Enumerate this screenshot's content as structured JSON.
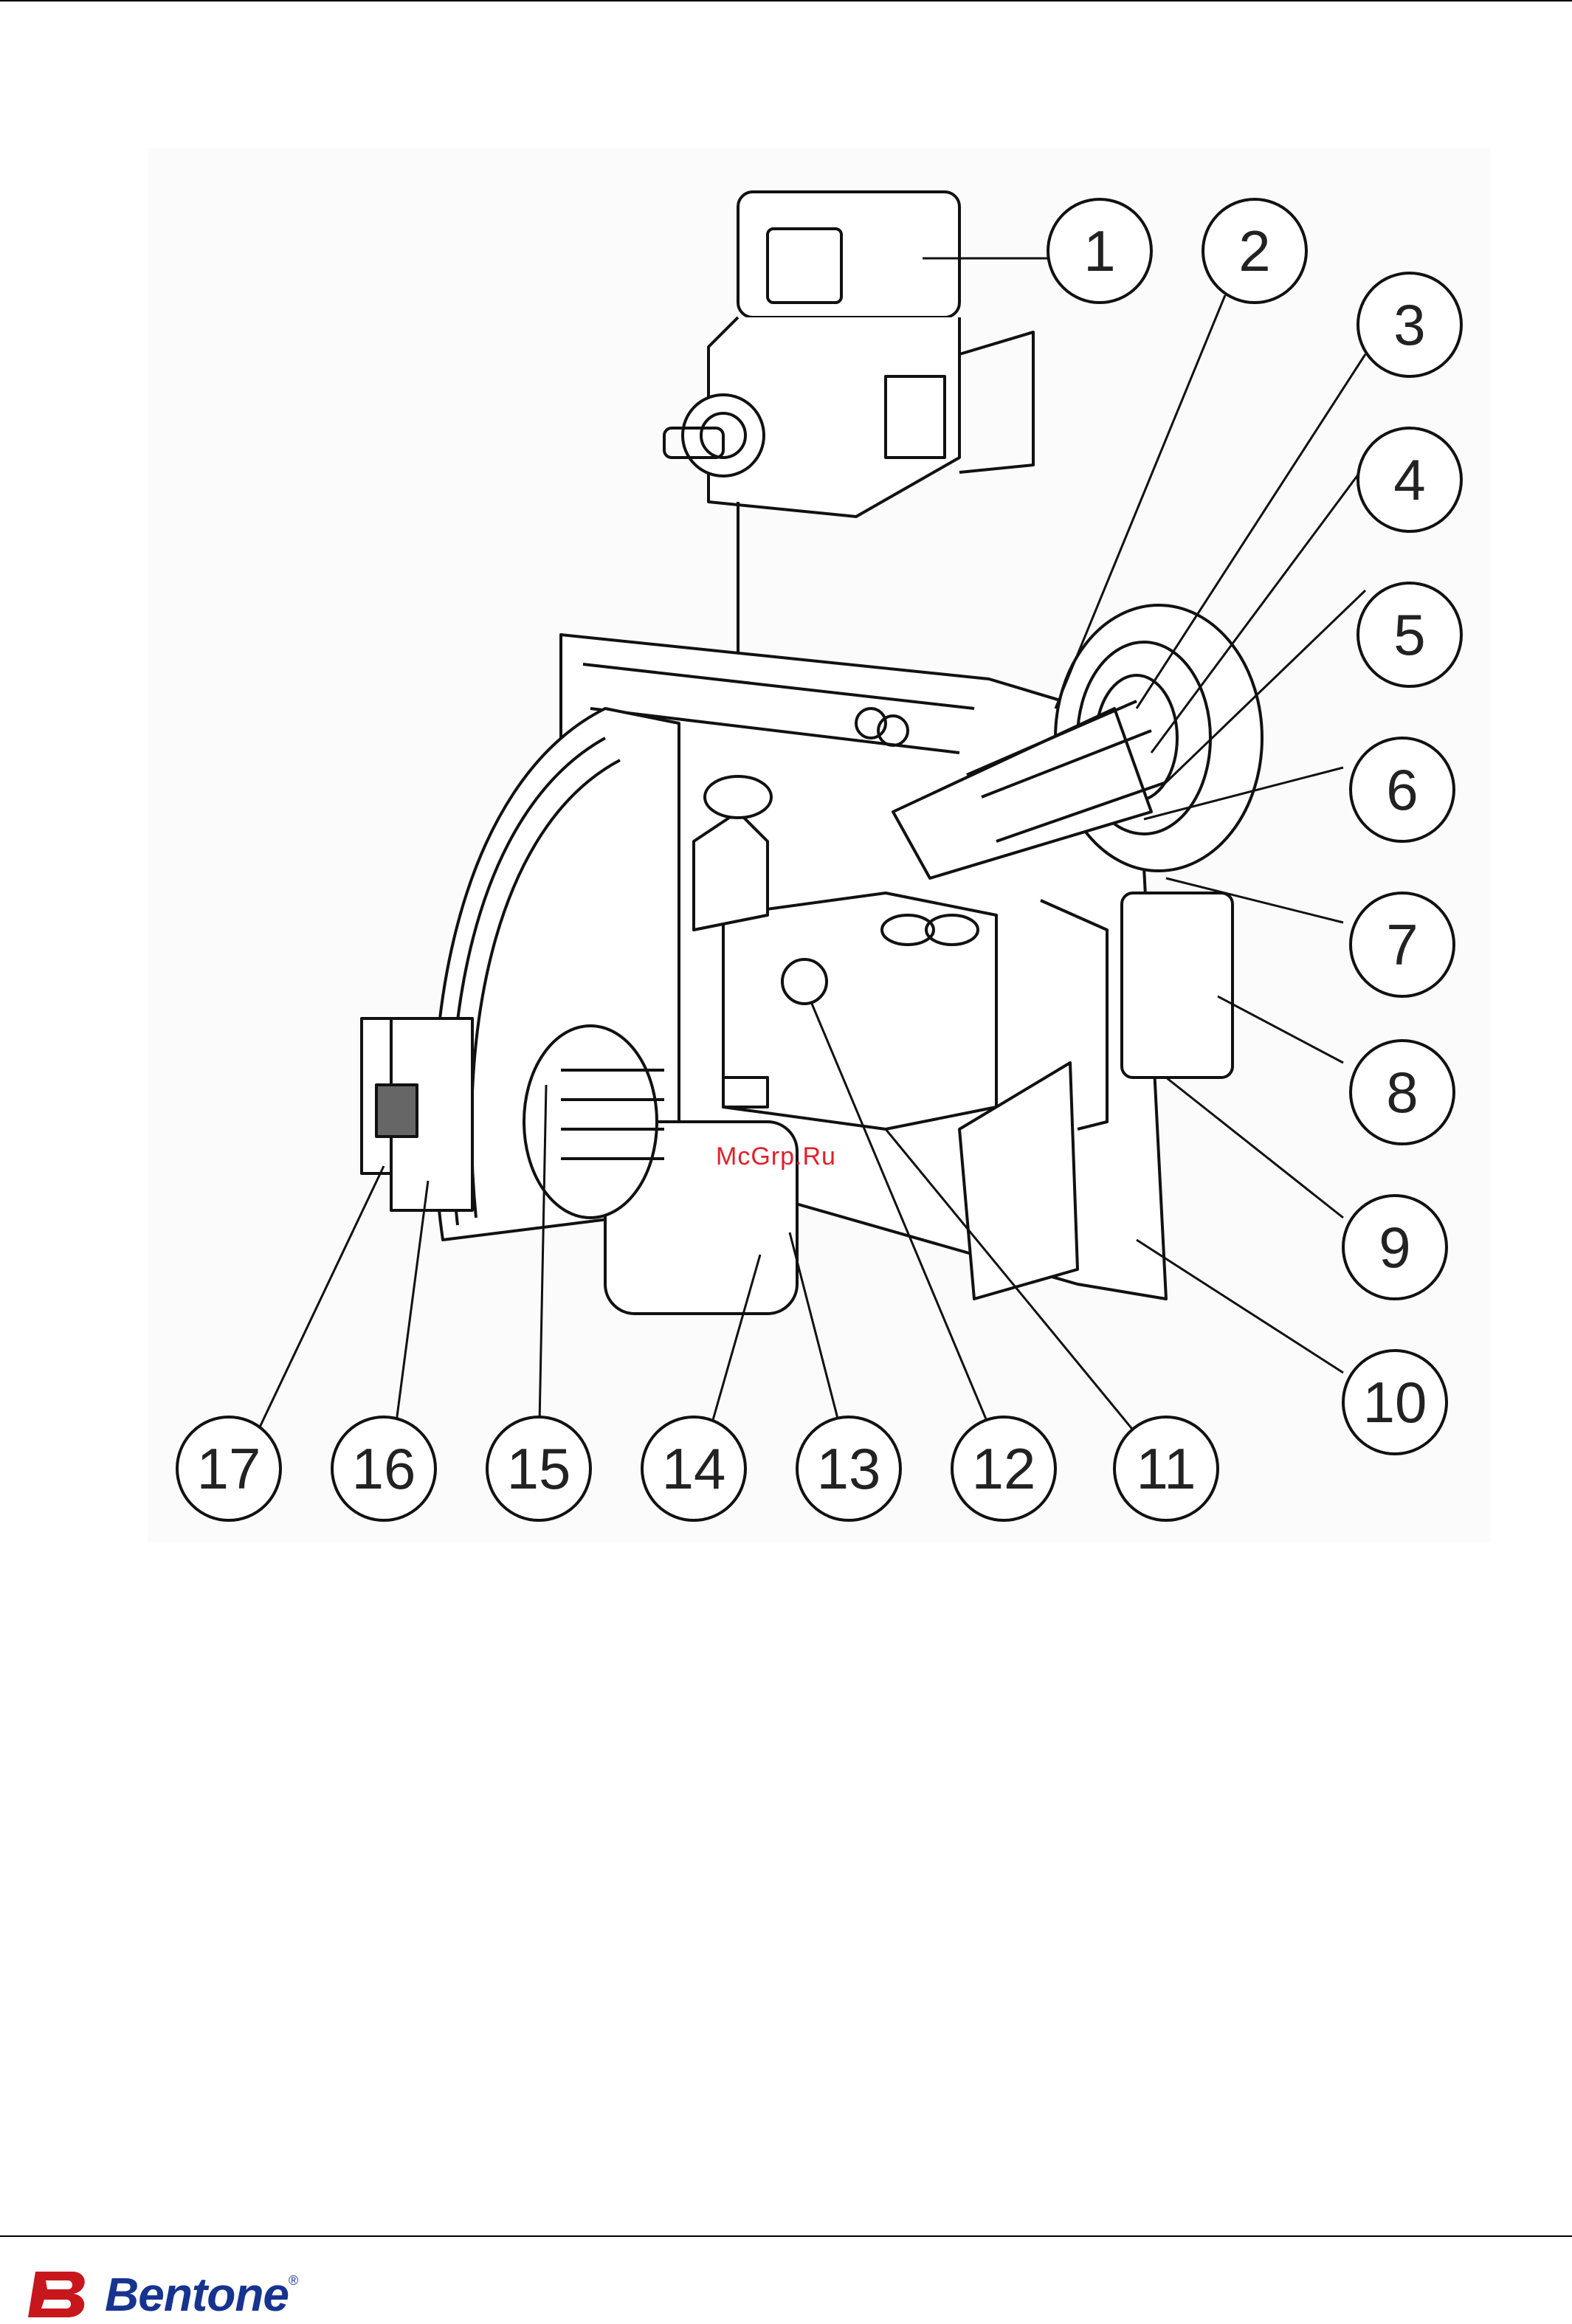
{
  "figure": {
    "callouts": [
      "1",
      "2",
      "3",
      "4",
      "5",
      "6",
      "7",
      "8",
      "9",
      "10",
      "11",
      "12",
      "13",
      "14",
      "15",
      "16",
      "17"
    ],
    "watermark": "McGrp.Ru"
  },
  "footer": {
    "logo_name": "Bentone",
    "registered_mark": "®",
    "brand_color": "#16348f",
    "mark_color": "#c8161d"
  }
}
